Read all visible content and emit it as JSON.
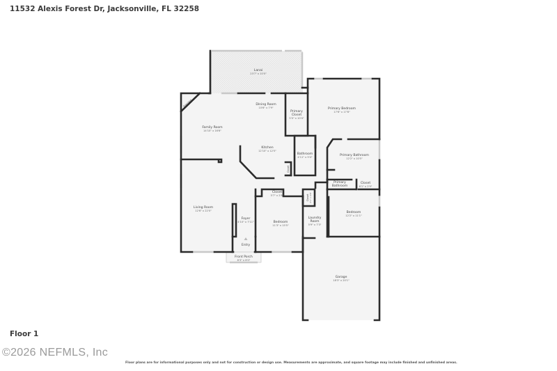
{
  "header": {
    "address": "11532 Alexis Forest Dr, Jacksonville, FL 32258"
  },
  "floor": {
    "label": "Floor 1"
  },
  "footer": {
    "copyright": "©2026 NEFMLS, Inc",
    "disclaimer": "Floor plans are for informational purposes only and not for construction or design use. Measurements are approximate, and square footage may include finished and unfinished areas."
  },
  "colors": {
    "wall": "#2b2b2b",
    "floor": "#f4f4f4",
    "window": "#c8c8c8",
    "lanai": "#ececec",
    "background": "#ffffff"
  },
  "rooms": [
    {
      "id": "lanai",
      "name": "Lanai",
      "dims": "23'7\" x 10'0\""
    },
    {
      "id": "dining-room",
      "name": "Dining Room",
      "dims": "10'6\" x 7'9\""
    },
    {
      "id": "family-room",
      "name": "Family Room",
      "dims": "14'10\" x 16'6\""
    },
    {
      "id": "fireplace",
      "name": "Fireplace",
      "dims": ""
    },
    {
      "id": "primary-closet",
      "name": "Primary Closet",
      "name_line1": "Primary",
      "name_line2": "Closet",
      "dims": "5'0\" x 10'4\""
    },
    {
      "id": "primary-bedroom",
      "name": "Primary Bedroom",
      "dims": "17'6\" x 17'8\""
    },
    {
      "id": "kitchen",
      "name": "Kitchen",
      "dims": "12'10\" x 12'5\""
    },
    {
      "id": "bathroom",
      "name": "Bathroom",
      "dims": "4'11\" x 9'4\""
    },
    {
      "id": "closet-small",
      "name": "Closet",
      "dims": ""
    },
    {
      "id": "primary-bathroom",
      "name": "Primary Bathroom",
      "dims": "12'2\" x 10'5\""
    },
    {
      "id": "primary-bathroom-2",
      "name": "Primary Bathroom",
      "name_line1": "Primary",
      "name_line2": "Bathroom",
      "dims": ""
    },
    {
      "id": "closet-primary",
      "name": "Closet",
      "dims": "6'1\" x 2'9\""
    },
    {
      "id": "living-room",
      "name": "Living Room",
      "dims": "12'6\" x 22'0\""
    },
    {
      "id": "foyer",
      "name": "Foyer",
      "dims": "4'10\" x 7'11\""
    },
    {
      "id": "entry",
      "name": "Entry",
      "dims": ""
    },
    {
      "id": "front-porch",
      "name": "Front Porch",
      "dims": "8'3\" x 6'0\""
    },
    {
      "id": "closet-bedroom",
      "name": "Closet",
      "dims": "5'7\" x 2'8\""
    },
    {
      "id": "bedroom-1",
      "name": "Bedroom",
      "dims": "11'3\" x 15'5\""
    },
    {
      "id": "closet-laundry",
      "name": "Closet",
      "dims": "2'1\" x 4'0\""
    },
    {
      "id": "laundry-room",
      "name": "Laundry Room",
      "name_line1": "Laundry",
      "name_line2": "Room",
      "dims": "5'9\" x 7'3\""
    },
    {
      "id": "bedroom-2",
      "name": "Bedroom",
      "dims": "12'2\" x 11'1\""
    },
    {
      "id": "garage",
      "name": "Garage",
      "dims": "18'3\" x 20'1\""
    }
  ]
}
